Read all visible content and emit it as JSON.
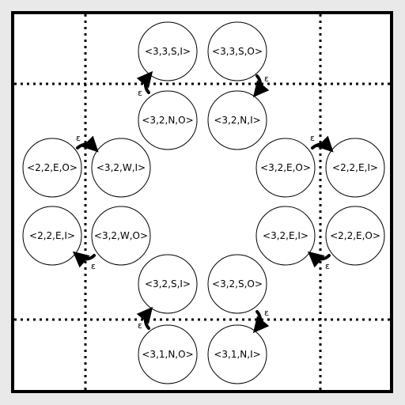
{
  "colors": {
    "background": "#e9e9e9",
    "panel": "#ffffff",
    "ink": "#000000"
  },
  "nodes": [
    {
      "id": "n-33si-top",
      "label": "<3,3,S,I>"
    },
    {
      "id": "n-33so-top",
      "label": "<3,3,S,O>"
    },
    {
      "id": "n-32no-top",
      "label": "<3,2,N,O>"
    },
    {
      "id": "n-32ni-top",
      "label": "<3,2,N,I>"
    },
    {
      "id": "n-22eo-left",
      "label": "<2,2,E,O>"
    },
    {
      "id": "n-32wi-left",
      "label": "<3,2,W,I>"
    },
    {
      "id": "n-32eo-right",
      "label": "<3,2,E,O>"
    },
    {
      "id": "n-22ei-right",
      "label": "<2,2,E,I>"
    },
    {
      "id": "n-22ei-left",
      "label": "<2,2,E,I>"
    },
    {
      "id": "n-32wo-left",
      "label": "<3,2,W,O>"
    },
    {
      "id": "n-32ei-right",
      "label": "<3,2,E,I>"
    },
    {
      "id": "n-22eo-right",
      "label": "<2,2,E,O>"
    },
    {
      "id": "n-32si-bottom",
      "label": "<3,2,S,I>"
    },
    {
      "id": "n-32so-bottom",
      "label": "<3,2,S,O>"
    },
    {
      "id": "n-31no-bottom",
      "label": "<3,1,N,O>"
    },
    {
      "id": "n-31ni-bottom",
      "label": "<3,1,N,I>"
    }
  ],
  "transitions": [
    {
      "id": "t-top-left",
      "label": "ε"
    },
    {
      "id": "t-top-right",
      "label": "ε"
    },
    {
      "id": "t-left-upper",
      "label": "ε"
    },
    {
      "id": "t-right-upper",
      "label": "ε"
    },
    {
      "id": "t-left-lower",
      "label": "ε"
    },
    {
      "id": "t-right-lower",
      "label": "ε"
    },
    {
      "id": "t-bottom-left",
      "label": "ε"
    },
    {
      "id": "t-bottom-right",
      "label": "ε"
    }
  ]
}
